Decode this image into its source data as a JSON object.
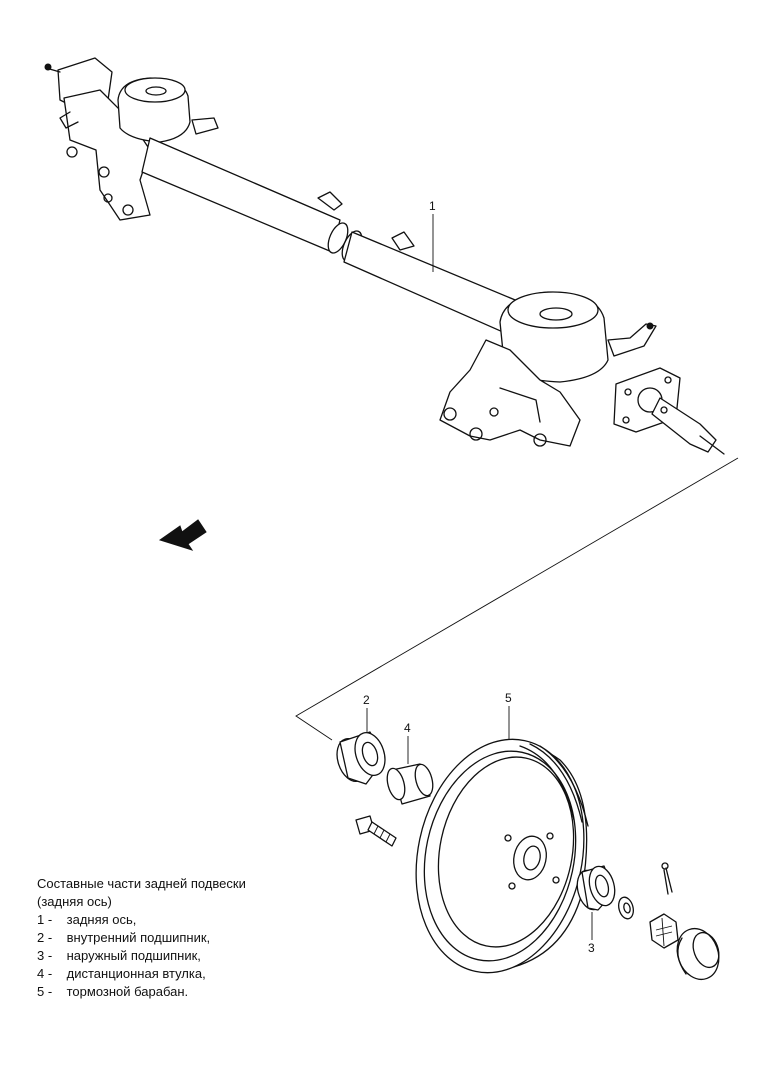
{
  "callouts": {
    "c1": "1",
    "c2": "2",
    "c3": "3",
    "c4": "4",
    "c5": "5"
  },
  "legend": {
    "title_line1": "Составные части задней подвески",
    "title_line2": "(задняя ось)",
    "items": [
      {
        "num": "1 -",
        "text": "задняя ось,"
      },
      {
        "num": "2 -",
        "text": "внутренний подшипник,"
      },
      {
        "num": "3 -",
        "text": "наружный подшипник,"
      },
      {
        "num": "4 -",
        "text": "дистанционная втулка,"
      },
      {
        "num": "5 -",
        "text": "тормозной барабан."
      }
    ]
  },
  "colors": {
    "line": "#111111",
    "background": "#ffffff"
  }
}
